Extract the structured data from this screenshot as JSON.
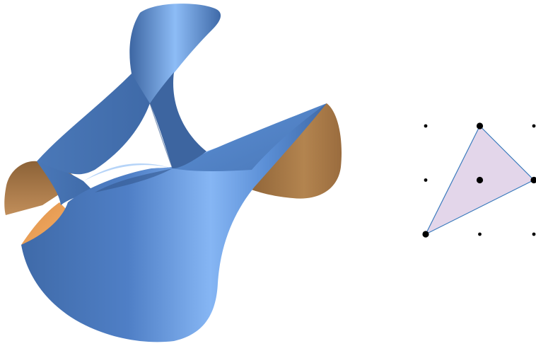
{
  "colors": {
    "surface_front": "#5b8fd6",
    "surface_highlight": "#86b6f4",
    "surface_shadow": "#3f6aa8",
    "surface_back": "#a97c4e",
    "surface_back_light": "#f0a35c",
    "polygon_fill": "#e3d6ea",
    "polygon_stroke": "#3b7bbd",
    "lattice_point": "#000000"
  },
  "lattice": {
    "columns": 3,
    "rows": 3,
    "points": [
      {
        "i": 0,
        "j": 0,
        "emphasized": true
      },
      {
        "i": 1,
        "j": 0,
        "emphasized": false
      },
      {
        "i": 2,
        "j": 0,
        "emphasized": false
      },
      {
        "i": 0,
        "j": 1,
        "emphasized": false
      },
      {
        "i": 1,
        "j": 1,
        "emphasized": true
      },
      {
        "i": 2,
        "j": 1,
        "emphasized": true
      },
      {
        "i": 0,
        "j": 2,
        "emphasized": false
      },
      {
        "i": 1,
        "j": 2,
        "emphasized": true
      },
      {
        "i": 2,
        "j": 2,
        "emphasized": false
      }
    ],
    "polygon_vertices": [
      {
        "i": 0,
        "j": 0
      },
      {
        "i": 2,
        "j": 1
      },
      {
        "i": 1,
        "j": 2
      }
    ]
  },
  "icons": {
    "surface": "algebraic-surface-icon",
    "polygon": "newton-polygon-icon"
  }
}
